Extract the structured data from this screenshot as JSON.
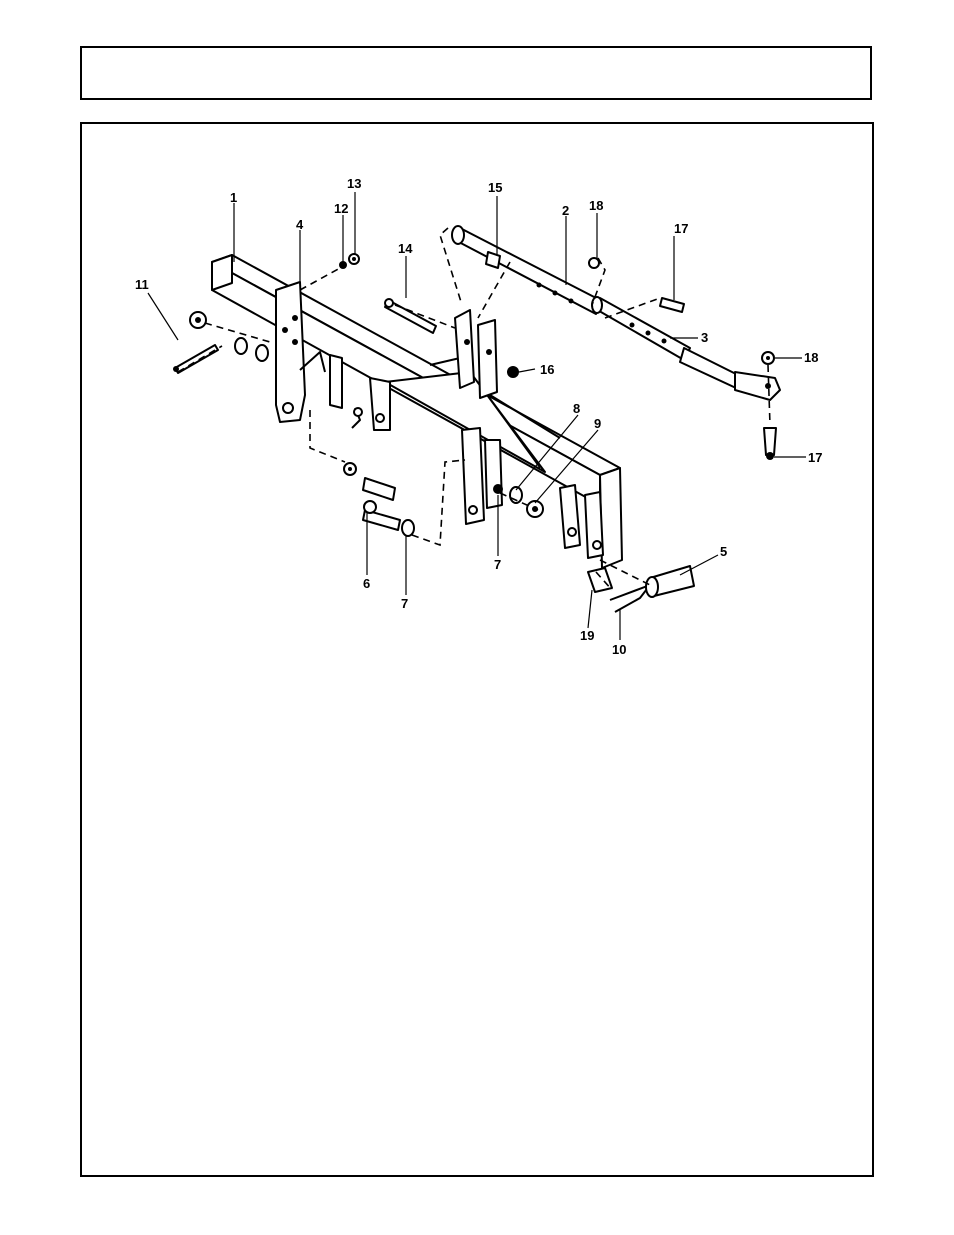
{
  "header": {
    "title": ""
  },
  "diagram": {
    "callouts": {
      "c1": "1",
      "c2": "2",
      "c3": "3",
      "c4": "4",
      "c5": "5",
      "c6": "6",
      "c7a": "7",
      "c7b": "7",
      "c8": "8",
      "c9": "9",
      "c10": "10",
      "c11": "11",
      "c12": "12",
      "c13": "13",
      "c14": "14",
      "c15": "15",
      "c16": "16",
      "c17a": "17",
      "c17b": "17",
      "c18a": "18",
      "c18b": "18",
      "c19": "19"
    }
  }
}
